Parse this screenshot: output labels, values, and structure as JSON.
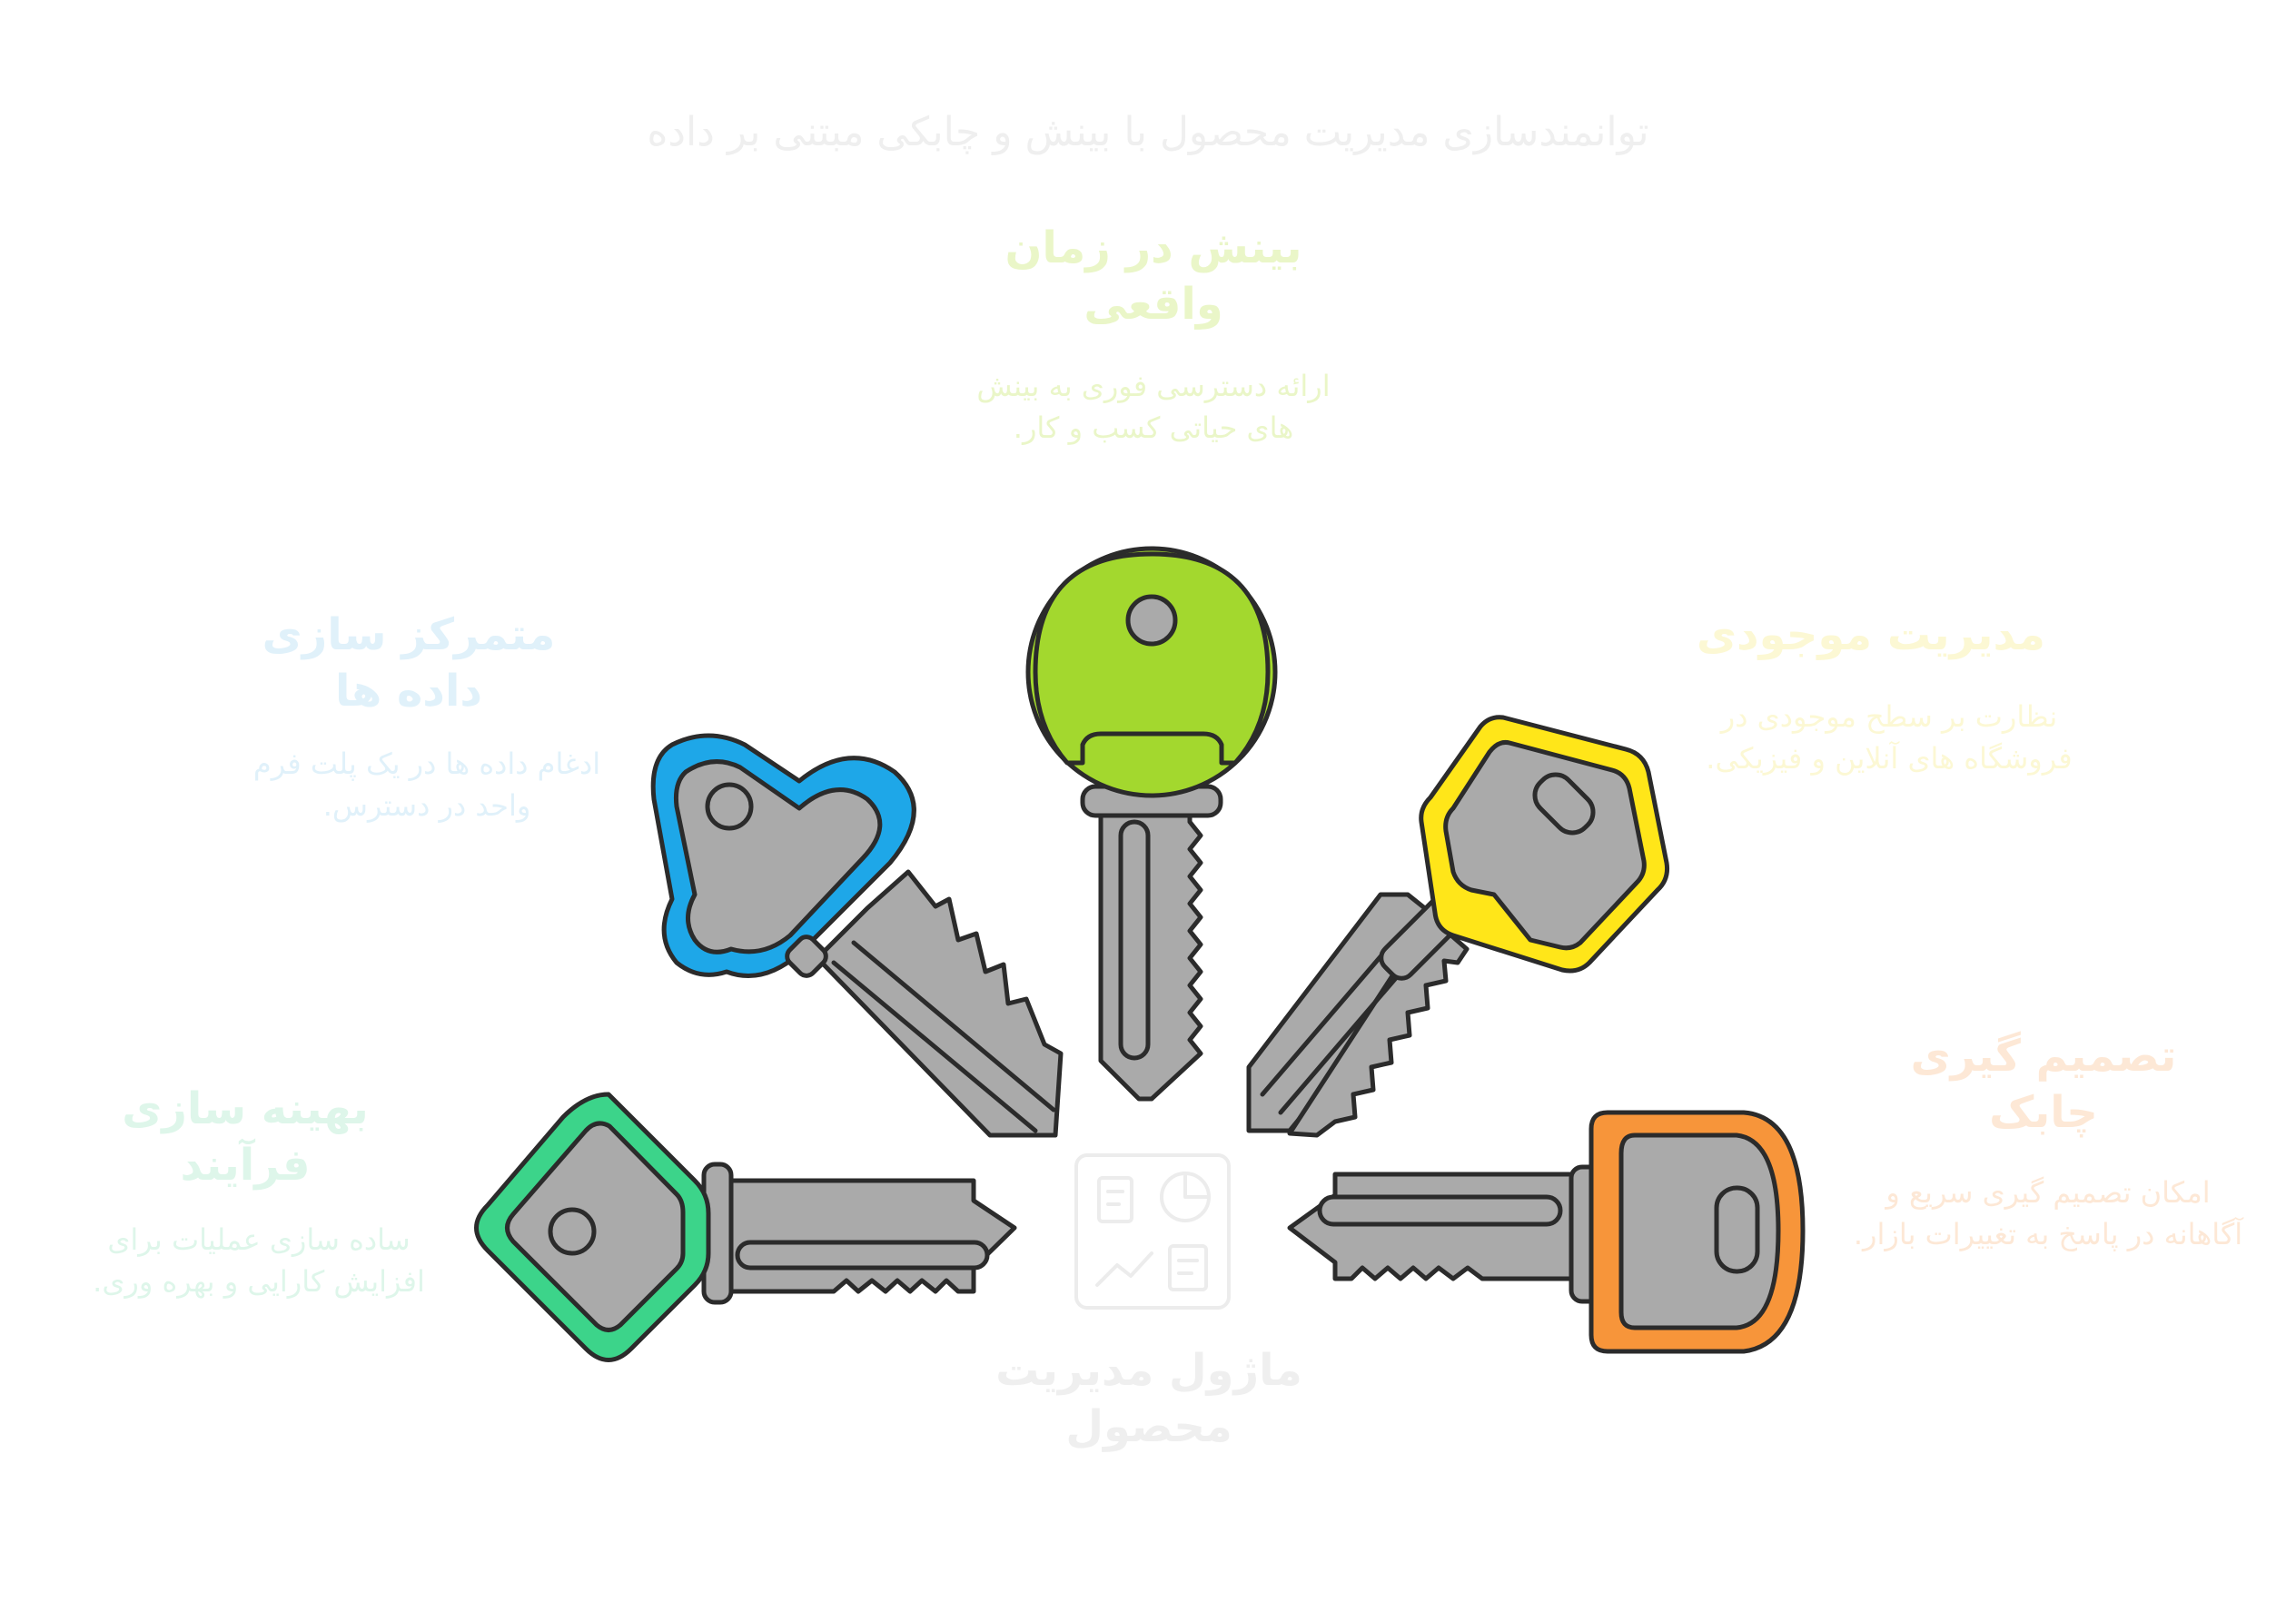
{
  "title": "توانمندسازی مدیریت محصول با بینش و چابکی مبتنی بر داده",
  "center_label": "ماژول مدیریت محصول",
  "icons": {
    "center": "product-dashboard-icon",
    "keys": [
      "key-diamond-green-icon",
      "key-cloud-blue-icon",
      "key-round-lime-icon",
      "key-hexagon-yellow-icon",
      "key-rounded-orange-icon"
    ]
  },
  "items": [
    {
      "title": "بهینه سازی فرآیند",
      "description": "ساده سازی عملیات برای افزایش کارایی و بهره وری.",
      "color": "#3CD48A"
    },
    {
      "title": "متمرکز سازی داده ها",
      "description": "ادغام داده ها در یک پلت فرم واحد در دسترس.",
      "color": "#1EA7E8"
    },
    {
      "title": "بینش در زمان واقعی",
      "description": "ارائه دسترسی فوری به بینش های حیاتی کسب و کار.",
      "color": "#A3D82E"
    },
    {
      "title": "مدیریت موجودی",
      "description": "نظارت بر سطح موجودی در فروشگاه های آنلاین و فیزیکی.",
      "color": "#FFE619"
    },
    {
      "title": "تصمیم گیری چابک",
      "description": "امکان تصمیم گیری سریع و آگاهانه در پاسخ به تغییرات بازار.",
      "color": "#F7953A"
    }
  ]
}
